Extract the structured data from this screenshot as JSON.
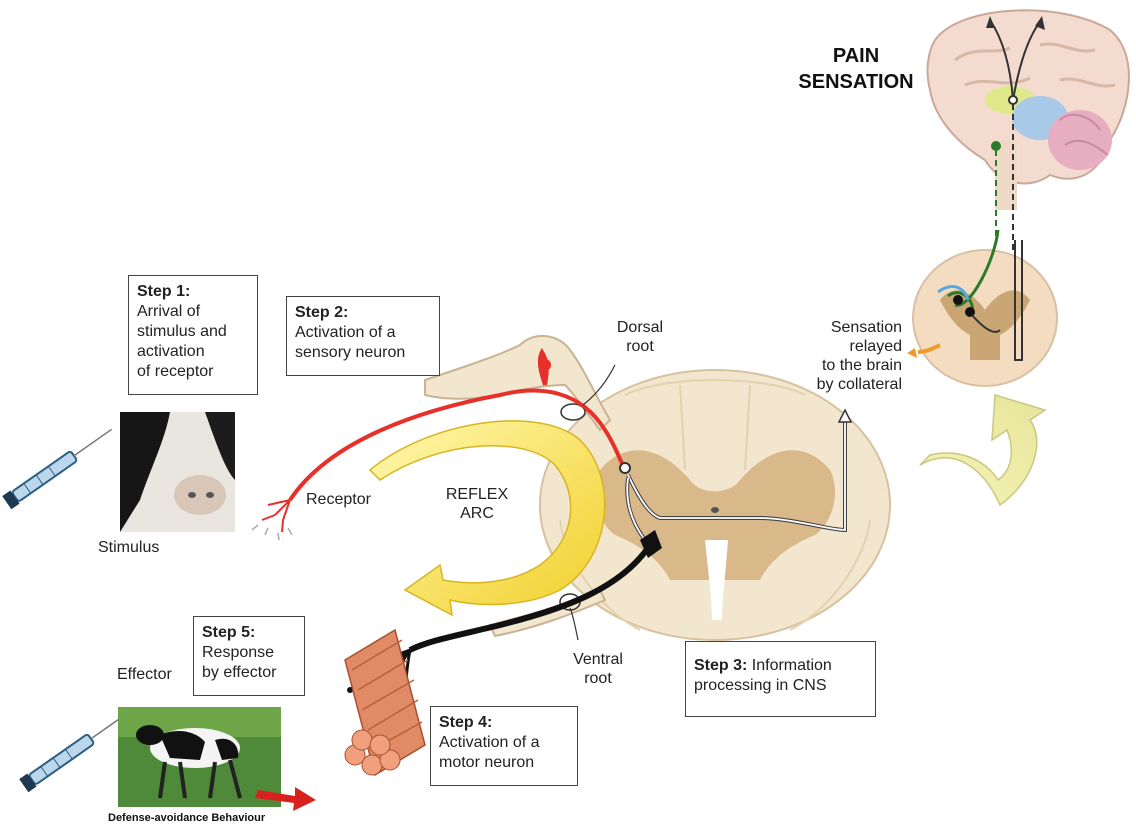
{
  "title": {
    "line1": "PAIN",
    "line2": "SENSATION"
  },
  "steps": {
    "step1": {
      "head": "Step 1:",
      "lines": [
        "Arrival of",
        "stimulus and",
        "activation",
        "of receptor"
      ]
    },
    "step2": {
      "head": "Step 2:",
      "lines": [
        "Activation of a",
        "sensory neuron"
      ]
    },
    "step3": {
      "head": "Step 3:",
      "rest": " Information",
      "line2": "processing in CNS"
    },
    "step4": {
      "head": "Step 4:",
      "lines": [
        "Activation of a",
        "motor neuron"
      ]
    },
    "step5": {
      "head": "Step 5:",
      "lines": [
        "Response",
        "by effector"
      ]
    }
  },
  "labels": {
    "dorsal_root": [
      "Dorsal",
      "root"
    ],
    "ventral_root": [
      "Ventral",
      "root"
    ],
    "sensation": [
      "Sensation",
      "relayed",
      "to the brain",
      "by collateral"
    ],
    "receptor": "Receptor",
    "reflex_arc": [
      "REFLEX",
      "ARC"
    ],
    "stimulus": "Stimulus",
    "effector": "Effector",
    "caption": "Defense-avoidance Behaviour"
  },
  "colors": {
    "sensory_neuron": "#e8302a",
    "motor_neuron": "#111111",
    "reflex_arrow": "#f5d63a",
    "spinal_cord": "#f3e6cf",
    "grey_matter": "#d9b98a",
    "curved_arrow": "#eeeea0",
    "red_arrow": "#d8201c"
  }
}
